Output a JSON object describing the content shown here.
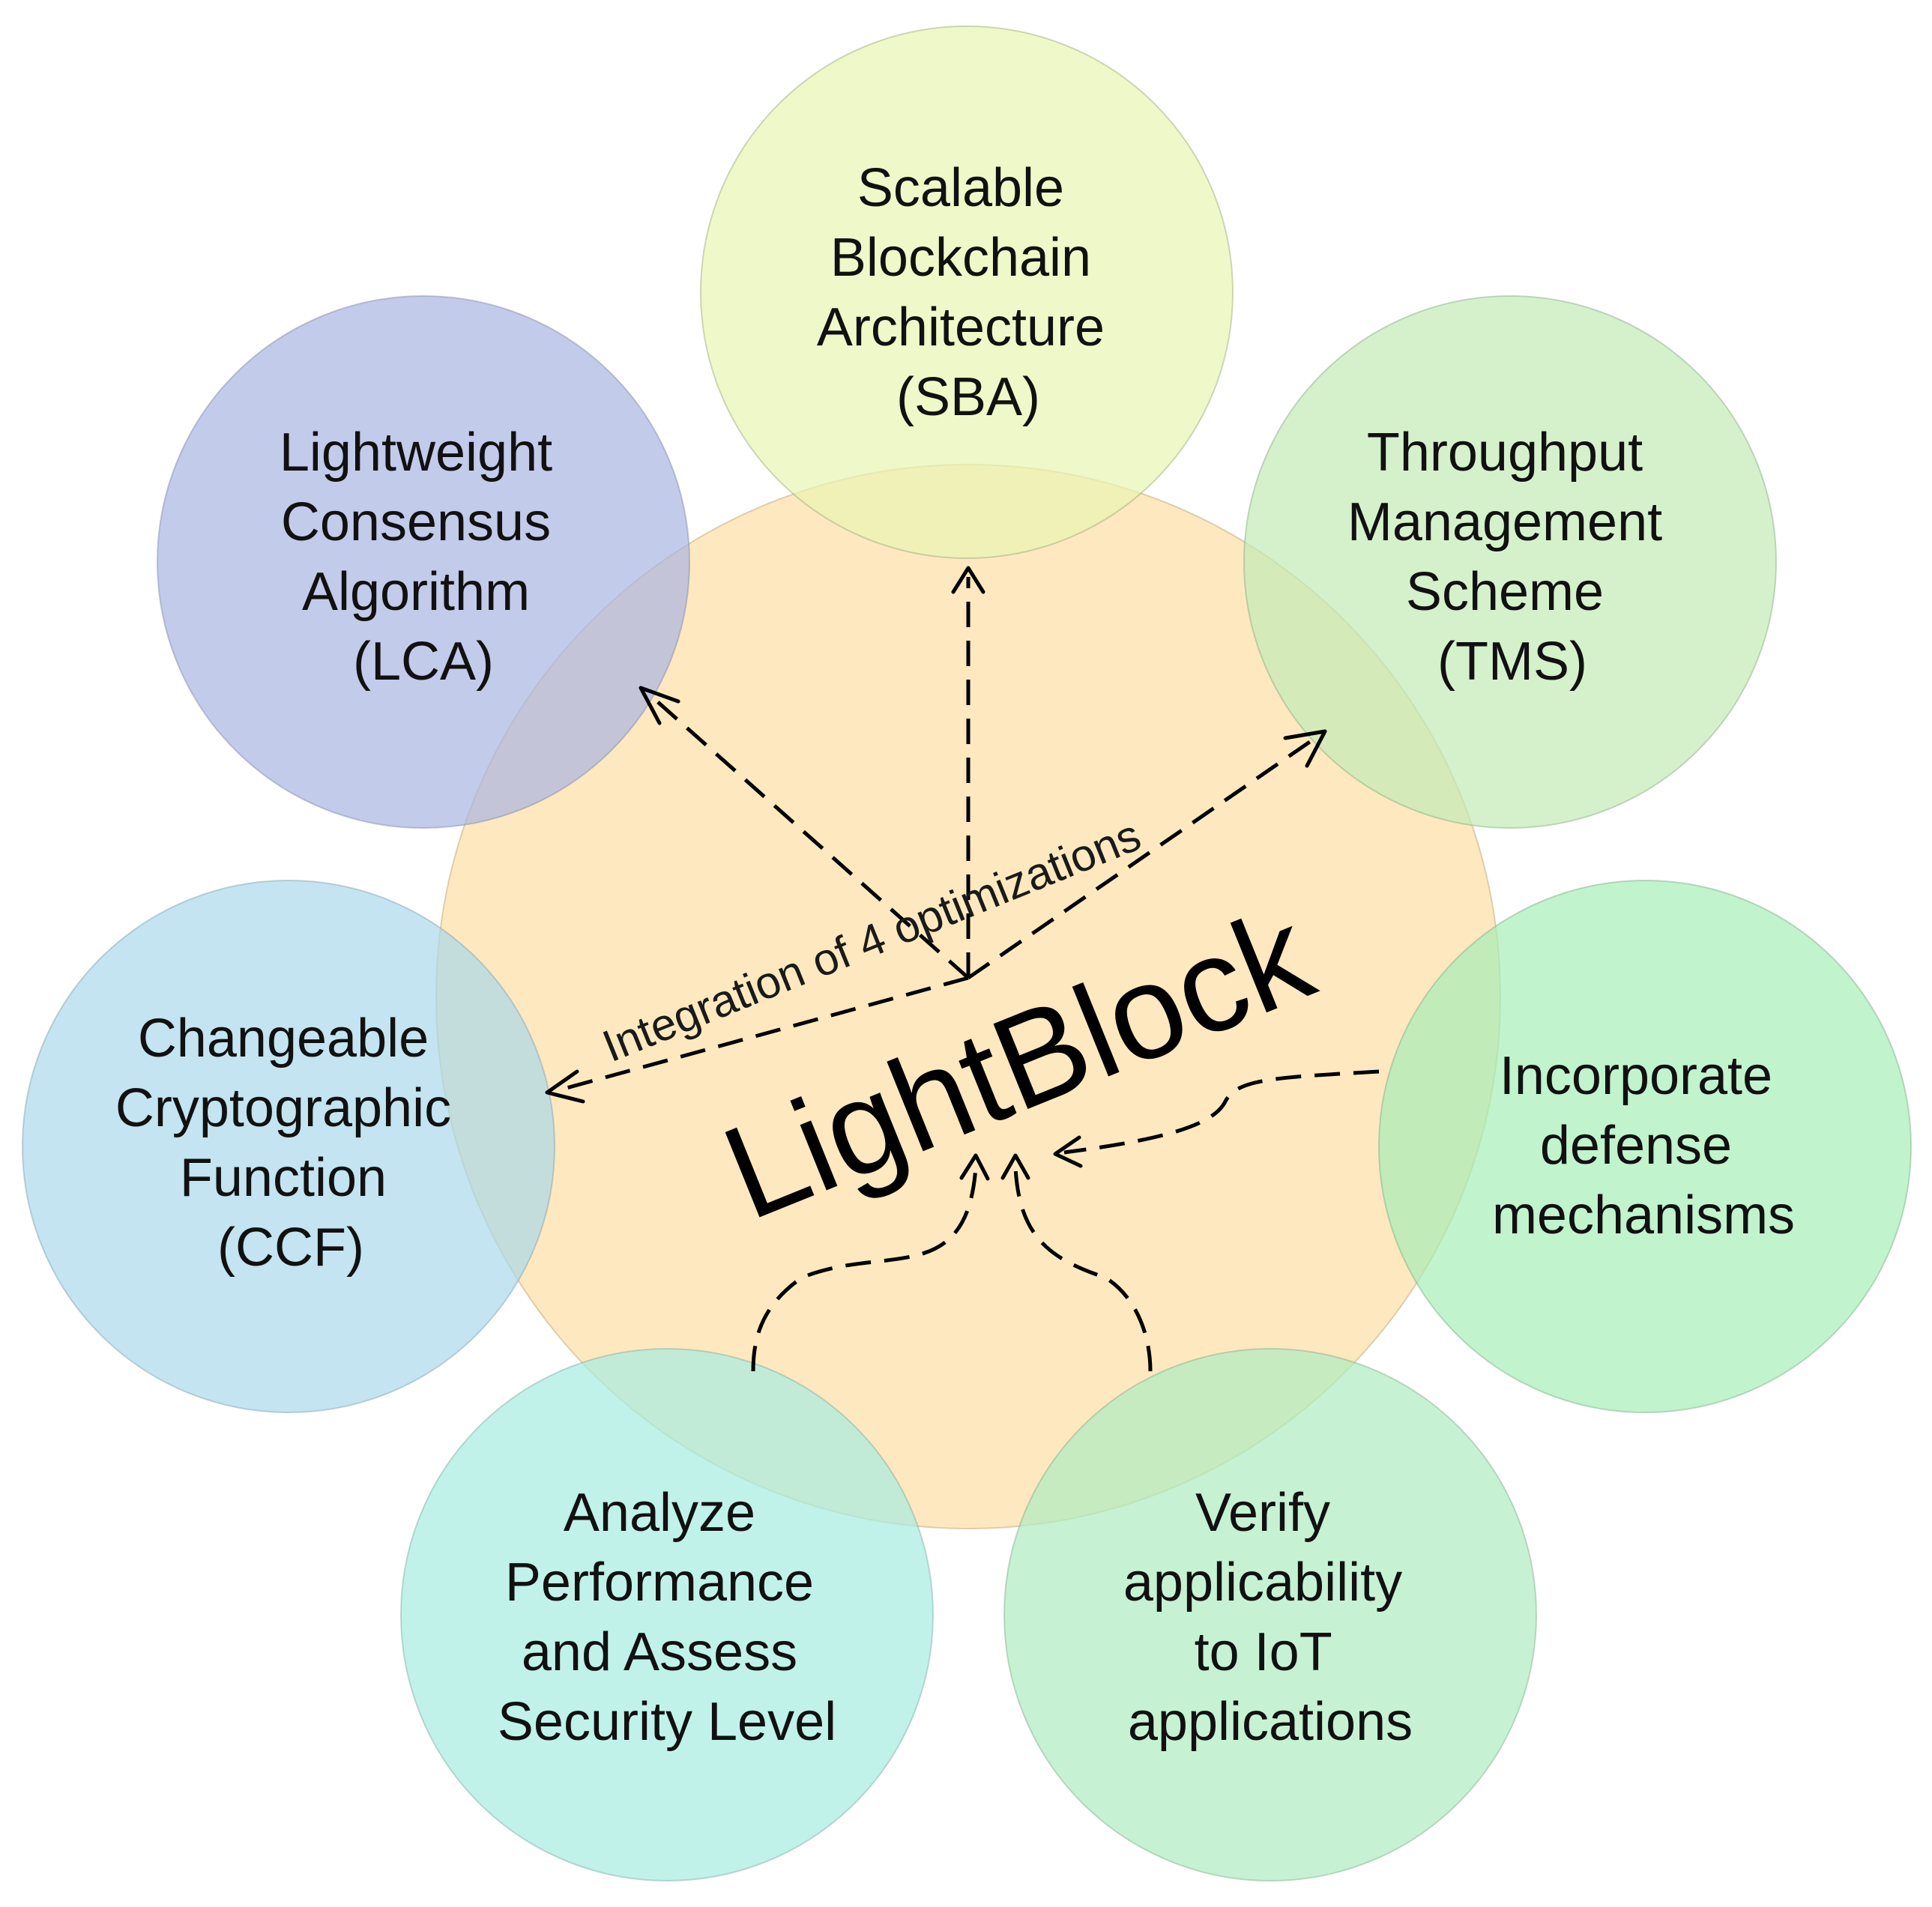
{
  "diagram": {
    "center": {
      "title": "LightBlock",
      "integration_label": "Integration of 4 optimizations",
      "fill": "#fde5b8"
    },
    "nodes": [
      {
        "key": "sba",
        "fill": "#e8f5b2",
        "lines": [
          "Scalable",
          "Blockchain",
          "Architecture",
          "(SBA)"
        ]
      },
      {
        "key": "lca",
        "fill": "#a9b5e1",
        "lines": [
          "Lightweight",
          "Consensus",
          "Algorithm",
          "(LCA)"
        ]
      },
      {
        "key": "tms",
        "fill": "#c2ebb5",
        "lines": [
          "Throughput",
          "Management",
          "Scheme",
          "(TMS)"
        ]
      },
      {
        "key": "ccf",
        "fill": "#a9d9ea",
        "lines": [
          "Changeable",
          "Cryptographic",
          "Function",
          "(CCF)"
        ]
      },
      {
        "key": "defense",
        "fill": "#a6eeb6",
        "lines": [
          "Incorporate",
          "defense",
          "mechanisms"
        ]
      },
      {
        "key": "analyze",
        "fill": "#a6ede0",
        "lines": [
          "Analyze",
          "Performance",
          "and Assess",
          "Security Level"
        ]
      },
      {
        "key": "verify",
        "fill": "#aeecc0",
        "lines": [
          "Verify",
          "applicability",
          "to IoT",
          "applications"
        ]
      }
    ]
  }
}
